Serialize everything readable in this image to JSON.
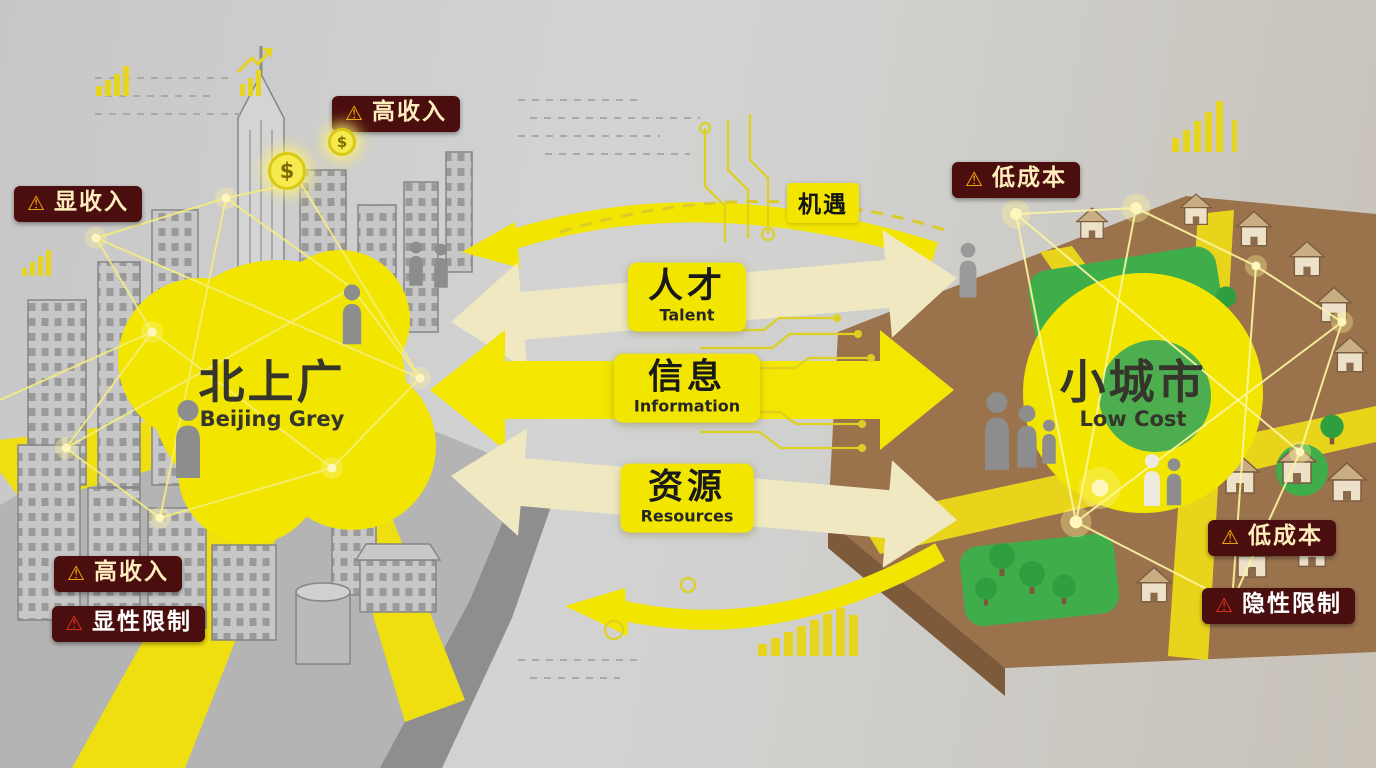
{
  "diagram": {
    "left_region": {
      "name": "北上广",
      "subtitle": "Beijing Grey",
      "badges": {
        "visible_income": "显收入",
        "high_income_top": "高收入",
        "high_income_bottom": "高收入",
        "explicit_limit": "显性限制"
      }
    },
    "right_region": {
      "name": "小城市",
      "subtitle": "Low Cost",
      "badges": {
        "low_cost_top": "低成本",
        "low_cost_side": "低成本",
        "implicit_limit": "隐性限制"
      }
    },
    "flows": {
      "talent": {
        "zh": "人才",
        "en": "Talent"
      },
      "information": {
        "zh": "信息",
        "en": "Information"
      },
      "resources": {
        "zh": "资源",
        "en": "Resources"
      }
    },
    "opportunity": "机遇",
    "icons": {
      "warning": "⚠",
      "dollar": "$"
    },
    "colors": {
      "highlight_yellow": "#f2e600",
      "badge_maroon": "#4a0e0e",
      "platform_gray": "#b4b4b4",
      "platform_brown": "#9a734d",
      "field_green": "#3fae4a"
    }
  }
}
